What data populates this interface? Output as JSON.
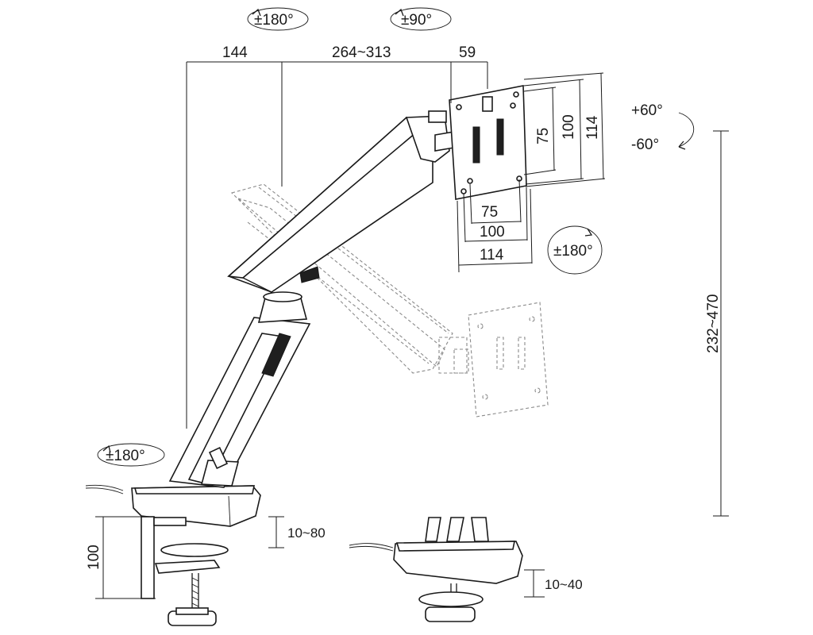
{
  "rotations": {
    "arm_top": "±180°",
    "joint_tilt": "±90°",
    "plate_swivel_up": "+60°",
    "plate_swivel_down": "-60°",
    "plate_rotate": "±180°",
    "base": "±180°"
  },
  "dimensions": {
    "reach_1": "144",
    "reach_2": "264~313",
    "reach_3": "59",
    "vesa_h_75": "75",
    "vesa_h_100": "100",
    "vesa_h_114": "114",
    "vesa_w_75": "75",
    "vesa_w_100": "100",
    "vesa_w_114": "114",
    "height_range": "232~470",
    "clamp_height": "100",
    "clamp_thickness": "10~80",
    "grommet_thickness": "10~40"
  }
}
